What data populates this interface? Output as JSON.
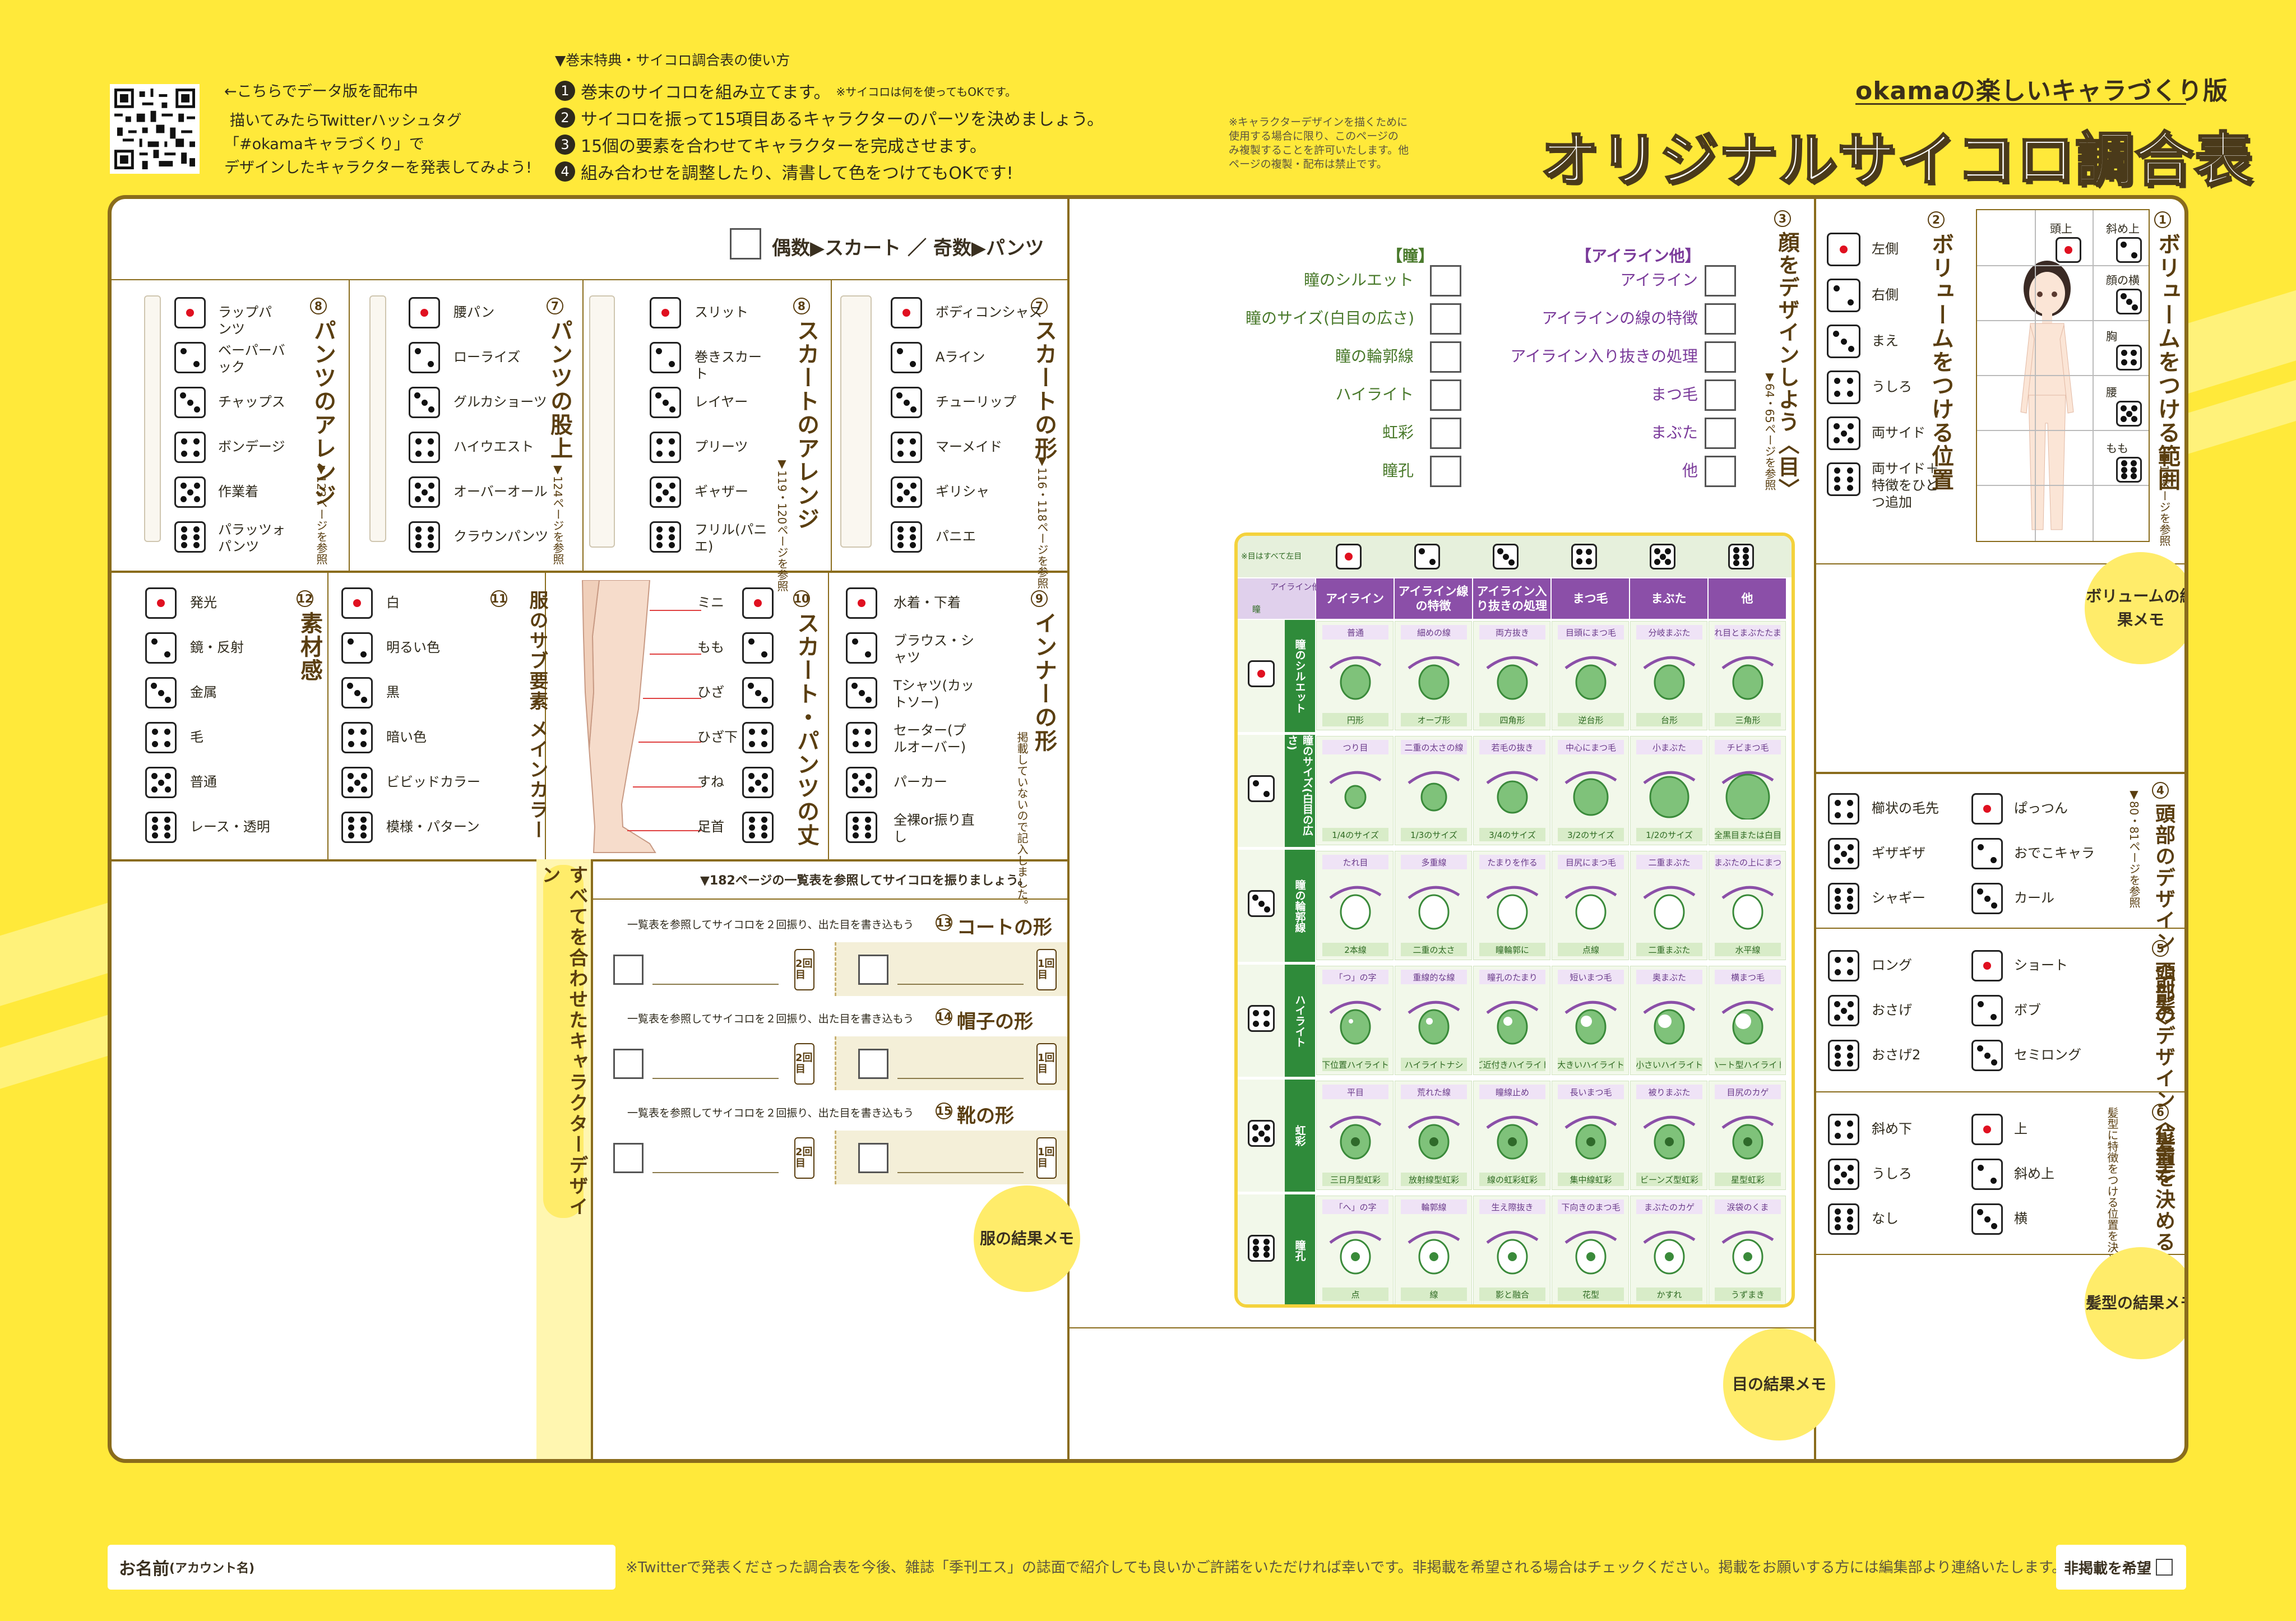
{
  "header": {
    "distribute": "←こちらでデータ版を配布中",
    "line2": "描いてみたらTwitterハッシュタグ",
    "line3": "「#okamaキャラづくり」で",
    "line4": "デザインしたキャラクターを発表してみよう!",
    "howto_title": "▼巻末特典・サイコロ調合表の使い方",
    "steps": [
      {
        "n": "1",
        "text": "巻末のサイコロを組み立てます。",
        "note": "※サイコロは何を使ってもOKです。"
      },
      {
        "n": "2",
        "text": "サイコロを振って15項目あるキャラクターのパーツを決めましょう。",
        "note": ""
      },
      {
        "n": "3",
        "text": "15個の要素を合わせてキャラクターを完成させます。",
        "note": ""
      },
      {
        "n": "4",
        "text": "組み合わせを調整したり、清書して色をつけてもOKです!",
        "note": ""
      }
    ],
    "copyright_note": [
      "※キャラクターデザインを描くために",
      "使用する場合に限り、このページの",
      "み複製することを許可いたします。他",
      "ページの複製・配布は禁止です。"
    ],
    "brand_sub": "okamaの楽しいキャラづくり版",
    "brand_title": "オリジナルサイコロ調合表"
  },
  "even_odd": {
    "label": "偶数▶スカート ／ 奇数▶パンツ"
  },
  "sections": {
    "s8": {
      "num": "8",
      "title": "パンツのアレンジ",
      "ref": "▼123ページを参照",
      "items": [
        "ラップパンツ",
        "ベーパーバック",
        "チャップス",
        "ボンデージ",
        "作業着",
        "パラッツォパンツ"
      ]
    },
    "s7p": {
      "num": "7",
      "title": "パンツの股上",
      "ref": "▼124ページを参照",
      "items": [
        "腰パン",
        "ローライズ",
        "グルカショーツ",
        "ハイウエスト",
        "オーバーオール",
        "クラウンパンツ"
      ]
    },
    "s8s": {
      "num": "8",
      "title": "スカートのアレンジ",
      "ref": "▼119・120ページを参照",
      "items": [
        "スリット",
        "巻きスカート",
        "レイヤー",
        "プリーツ",
        "ギャザー",
        "フリル(パニエ)"
      ]
    },
    "s7s": {
      "num": "7",
      "title": "スカートの形",
      "ref": "▼116・118ページを参照",
      "items": [
        "ボディコンシャス",
        "Aライン",
        "チューリップ",
        "マーメイド",
        "ギリシャ",
        "パニエ"
      ]
    },
    "s12": {
      "num": "12",
      "title": "素材感",
      "items": [
        "発光",
        "鏡・反射",
        "金属",
        "毛",
        "普通",
        "レース・透明"
      ]
    },
    "s11": {
      "num": "11",
      "title": "服のサブ要素 メインカラー",
      "items": [
        "白",
        "明るい色",
        "黒",
        "暗い色",
        "ビビッドカラー",
        "模様・パターン"
      ]
    },
    "s10": {
      "num": "10",
      "title": "スカート・パンツの丈",
      "items": [
        "ミニ",
        "もも",
        "ひざ",
        "ひざ下",
        "すね",
        "足首"
      ]
    },
    "s9": {
      "num": "9",
      "title": "インナーの形",
      "ref": "掲載していないので記入しました。",
      "items": [
        "水着・下着",
        "ブラウス・シャツ",
        "Tシャツ(カットソー)",
        "セーター(プルオーバー)",
        "パーカー",
        "全裸or振り直し"
      ]
    }
  },
  "combine": {
    "label": "すべてを合わせたキャラクターデザイン",
    "instruction": "▼182ページの一覧表を参照してサイコロを振りましょう。",
    "row_note": "一覧表を参照してサイコロを２回振り、出た目を書き込もう",
    "rows": [
      {
        "num": "13",
        "title": "コートの形"
      },
      {
        "num": "14",
        "title": "帽子の形"
      },
      {
        "num": "15",
        "title": "靴の形"
      }
    ],
    "kai2": "2回目",
    "kai1": "1回目",
    "memo": "服の結果メモ"
  },
  "eye": {
    "num": "3",
    "title": "顔をデザインしよう〈目〉",
    "ref": "▼64・65ページを参照",
    "col_a_title": "【瞳】",
    "col_b_title": "【アイライン他】",
    "col_a": [
      "瞳のシルエット",
      "瞳のサイズ(白目の広さ)",
      "瞳の輪郭線",
      "ハイライト",
      "虹彩",
      "瞳孔"
    ],
    "col_b": [
      "アイライン",
      "アイラインの線の特徴",
      "アイライン入り抜きの処理",
      "まつ毛",
      "まぶた",
      "他"
    ],
    "table_note": "※目はすべて左目",
    "corner_a": "アイライン他",
    "corner_b": "瞳",
    "headers": [
      "アイライン",
      "アイライン線の特徴",
      "アイライン入り抜きの処理",
      "まつ毛",
      "まぶた",
      "他"
    ],
    "rows": [
      {
        "label": "瞳のシルエット",
        "cells": [
          [
            "普通",
            "円形"
          ],
          [
            "細めの線",
            "オーブ形"
          ],
          [
            "両方抜き",
            "四角形"
          ],
          [
            "目頭にまつ毛",
            "逆台形"
          ],
          [
            "分岐まぶた",
            "台形"
          ],
          [
            "垂れ目とまぶたたまり",
            "三角形"
          ]
        ]
      },
      {
        "label": "瞳のサイズ(白目の広さ)",
        "cells": [
          [
            "つり目",
            "1/4のサイズ"
          ],
          [
            "二重の太さの線",
            "1/3のサイズ"
          ],
          [
            "若毛の抜き",
            "3/4のサイズ"
          ],
          [
            "中心にまつ毛",
            "3/2のサイズ"
          ],
          [
            "小まぶた",
            "1/2のサイズ"
          ],
          [
            "チビまつ毛",
            "全黒目または白目"
          ]
        ]
      },
      {
        "label": "瞳の輪郭線",
        "cells": [
          [
            "たれ目",
            "2本線"
          ],
          [
            "多重線",
            "二重の太さ"
          ],
          [
            "たまりを作る",
            "瞳輪郭に"
          ],
          [
            "目尻にまつ毛",
            "点線"
          ],
          [
            "二重まぶた",
            "二重まぶた"
          ],
          [
            "下まぶたの上にまつ毛",
            "水平線"
          ]
        ]
      },
      {
        "label": "ハイライト",
        "cells": [
          [
            "「つ」の字",
            "下位置ハイライト"
          ],
          [
            "重線的な線",
            "ハイライトナシ"
          ],
          [
            "瞳孔のたまり",
            "ご近付きハイライト"
          ],
          [
            "短いまつ毛",
            "大きいハイライト"
          ],
          [
            "奥まぶた",
            "小さいハイライト"
          ],
          [
            "横まつ毛",
            "ハート型ハイライト"
          ]
        ]
      },
      {
        "label": "虹彩",
        "cells": [
          [
            "平目",
            "三日月型虹彩"
          ],
          [
            "荒れた線",
            "放射線型虹彩"
          ],
          [
            "瞳線止め",
            "線の虹彩虹彩"
          ],
          [
            "長いまつ毛",
            "集中線虹彩"
          ],
          [
            "被りまぶた",
            "ビーンズ型虹彩"
          ],
          [
            "目尻のカゲ",
            "星型虹彩"
          ]
        ]
      },
      {
        "label": "瞳孔",
        "cells": [
          [
            "「へ」の字",
            "点"
          ],
          [
            "輪郭線",
            "線"
          ],
          [
            "生え際抜き",
            "影と融合"
          ],
          [
            "下向きのまつ毛",
            "花型"
          ],
          [
            "まぶたのカゲ",
            "かすれ"
          ],
          [
            "涙袋のくま",
            "うずまき"
          ]
        ]
      }
    ],
    "memo": "目の結果メモ"
  },
  "volume": {
    "num": "2",
    "title": "ボリュームをつける位置",
    "items": [
      "左側",
      "右側",
      "まえ",
      "うしろ",
      "両サイド",
      "両サイド＋特徴をひとつ追加"
    ]
  },
  "range": {
    "num": "1",
    "title": "ボリュームをつける範囲",
    "ref": "▼19ページを参照",
    "items": [
      "頭上",
      "斜め上",
      "顔の横",
      "胸",
      "腰",
      "もも"
    ],
    "memo": "ボリュームの結果メモ"
  },
  "front": {
    "num": "4",
    "title": "頭部のデザイン〈前髪〉",
    "ref": "▼80・81ページを参照",
    "left": [
      "櫛状の毛先",
      "ギザギザ",
      "シャギー"
    ],
    "right": [
      "ぱっつん",
      "おでこキャラ",
      "カール"
    ]
  },
  "hairstyle": {
    "num": "5",
    "title": "頭部のデザイン〈髪型〉",
    "left": [
      "ロング",
      "おさげ",
      "おさげ2"
    ],
    "right": [
      "ショート",
      "ボブ",
      "セミロング"
    ]
  },
  "position": {
    "num": "6",
    "title": "位置を決める",
    "ref": "髪型に特徴をつける位置を決めましょう。",
    "left": [
      "斜め下",
      "うしろ",
      "なし"
    ],
    "right": [
      "上",
      "斜め上",
      "横"
    ],
    "memo": "髪型の結果メモ"
  },
  "footer": {
    "name_label": "お名前",
    "name_sub": "(アカウント名)",
    "note": "※Twitterで発表くださった調合表を今後、雑誌「季刊エス」の誌面で紹介しても良いかご許諾をいただければ幸いです。非掲載を希望される場合はチェックください。掲載をお願いする方には編集部より連絡いたします。",
    "opt_out": "非掲載を希望"
  },
  "colors": {
    "accent_yellow": "#FFE93A",
    "frame_brown": "#8a6c1c",
    "eye_green": "#2f8b3a",
    "eye_purple": "#8b4fa8",
    "die_red": "#e01020"
  }
}
